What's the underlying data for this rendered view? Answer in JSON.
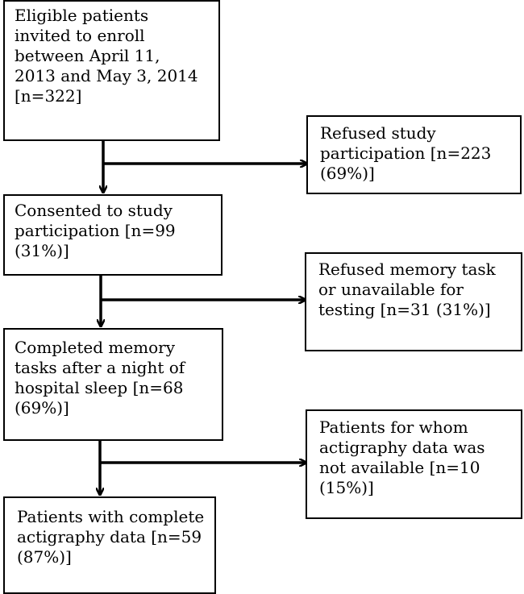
{
  "flowchart": {
    "main_steps": [
      {
        "text": "Eligible patients\ninvited to enroll\nbetween April 11,\n2013 and May 3, 2014\n[n=322]"
      },
      {
        "text": "Consented to study\nparticipation [n=99\n(31%)]"
      },
      {
        "text": "Completed memory\ntasks after a night of\nhospital sleep [n=68\n(69%)]"
      },
      {
        "text": "Patients with complete\nactigraphy data  [n=59\n(87%)]"
      }
    ],
    "exclusions": [
      {
        "text": "Refused study\nparticipation [n=223\n(69%)]"
      },
      {
        "text": "Refused memory task\nor unavailable for\ntesting [n=31 (31%)]"
      },
      {
        "text": "Patients for whom\nactigraphy data was\nnot available [n=10\n(15%)]"
      }
    ]
  }
}
